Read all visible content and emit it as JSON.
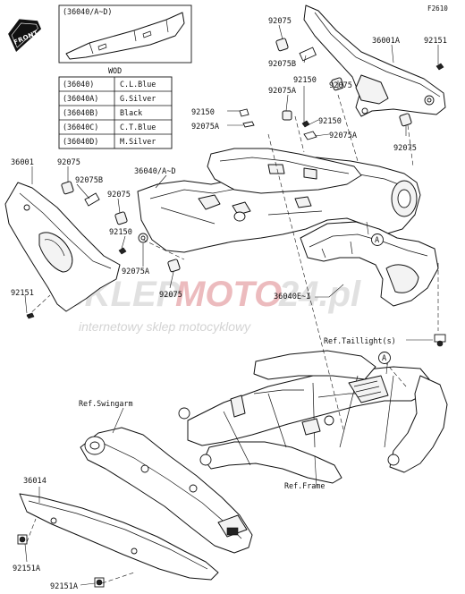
{
  "diagram_code": "F2610",
  "front_label": "FRONT",
  "inset_label": "(36040/A~D)",
  "color_table": {
    "header": "WOD",
    "rows": [
      {
        "code": "(36040)",
        "color": "C.L.Blue"
      },
      {
        "code": "(36040A)",
        "color": "G.Silver"
      },
      {
        "code": "(36040B)",
        "color": "Black"
      },
      {
        "code": "(36040C)",
        "color": "C.T.Blue"
      },
      {
        "code": "(36040D)",
        "color": "M.Silver"
      }
    ]
  },
  "callouts": {
    "p36001": "36001",
    "p92075_left": "92075",
    "p92075b_left": "92075B",
    "p36040ad": "36040/A~D",
    "p92075_mid": "92075",
    "p92150_mid": "92150",
    "p92075a_mid": "92075A",
    "p92075_lower": "92075",
    "p92151_left": "92151",
    "p92150_top": "92150",
    "p92075a_top": "92075A",
    "p92075_top1": "92075",
    "p92075b_top": "92075B",
    "p36001a": "36001A",
    "p92151_top": "92151",
    "p92075a_top2": "92075A",
    "p92150_top2": "92150",
    "p92075_r1": "92075",
    "p92150_r": "92150",
    "p92075a_r": "92075A",
    "p92075_r2": "92075",
    "p36040ei": "36040E~I",
    "p36014": "36014",
    "p92151a_1": "92151A",
    "p92151a_2": "92151A"
  },
  "references": {
    "taillight": "Ref.Taillight(s)",
    "swingarm": "Ref.Swingarm",
    "frame": "Ref.Frame"
  },
  "markers": {
    "a1": "A",
    "a2": "A"
  },
  "watermark": {
    "brand_left": "SKLEP",
    "brand_mid": "MOTO",
    "brand_right": "24.pl",
    "tagline": "internetowy sklep motocyklowy"
  }
}
